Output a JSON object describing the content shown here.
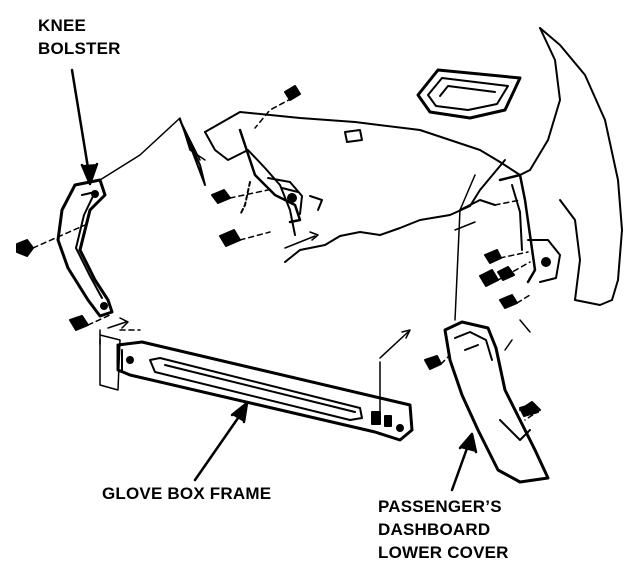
{
  "labels": {
    "knee_bolster": [
      "KNEE",
      "BOLSTER"
    ],
    "glove_box_frame": "GLOVE BOX FRAME",
    "dashboard_lower_cover": [
      "PASSENGER’S",
      "DASHBOARD",
      "LOWER COVER"
    ]
  },
  "colors": {
    "ink": "#000000",
    "paper": "#ffffff"
  }
}
